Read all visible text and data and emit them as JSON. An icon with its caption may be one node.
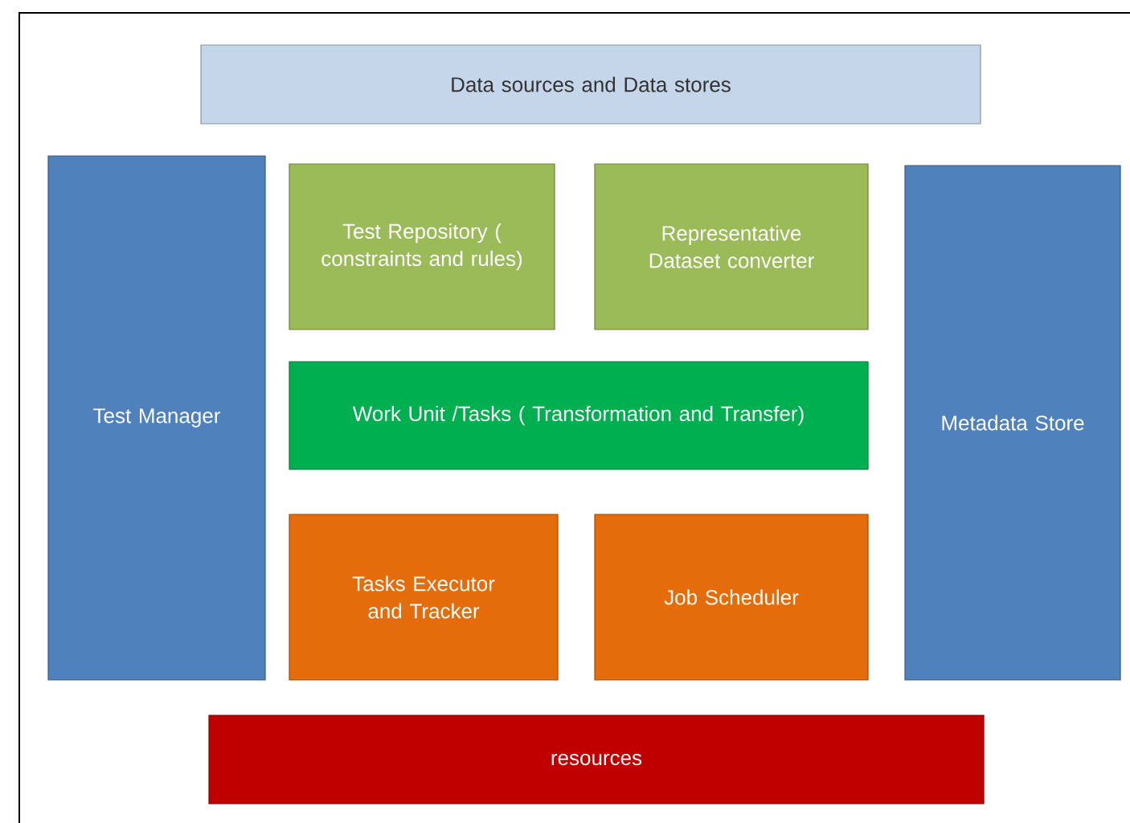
{
  "diagram": {
    "nodes": [
      {
        "text": [
          "Data sources and Data stores"
        ]
      },
      {
        "text": [
          "Test Manager"
        ]
      },
      {
        "text": [
          "Test Repository ( constraints and rules)"
        ]
      },
      {
        "text": [
          "Representative Dataset converter"
        ]
      },
      {
        "text": [
          "Work Unit /Tasks ( Transformation and Transfer)"
        ]
      },
      {
        "text": [
          "Tasks Executor and Tracker"
        ]
      },
      {
        "text": [
          "Job Scheduler"
        ]
      },
      {
        "text": [
          "Metadata Store"
        ]
      },
      {
        "text": [
          "resources"
        ]
      }
    ]
  }
}
